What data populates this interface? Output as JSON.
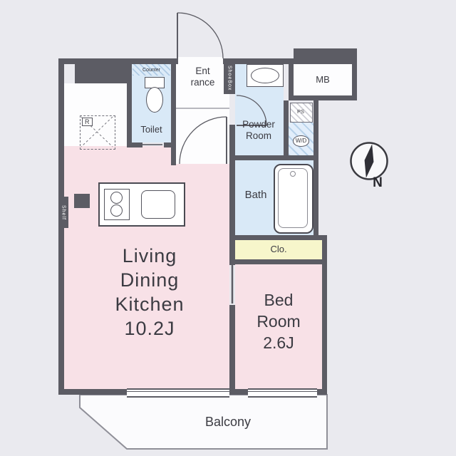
{
  "floor_plan": {
    "rooms": {
      "living_dining_kitchen": {
        "line1": "Living",
        "line2": "Dining",
        "line3": "Kitchen",
        "size": "10.2J"
      },
      "bed_room": {
        "line1": "Bed",
        "line2": "Room",
        "size": "2.6J"
      },
      "bath": {
        "label": "Bath"
      },
      "powder_room": {
        "line1": "Powder",
        "line2": "Room"
      },
      "toilet": {
        "label": "Toilet"
      },
      "entrance": {
        "line1": "Ent",
        "line2": "rance"
      },
      "closet": {
        "label": "Clo."
      },
      "meter_box": {
        "label": "MB"
      },
      "balcony": {
        "label": "Balcony"
      }
    },
    "fixtures": {
      "counter": {
        "label": "Counter"
      },
      "shoe_box": {
        "label": "ShoeBox"
      },
      "washer_dryer": {
        "label": "W/D"
      },
      "pipe_space": {
        "label": "PS"
      },
      "refrigerator": {
        "label": "R"
      },
      "shelf": {
        "label": "Shelf"
      }
    },
    "compass": {
      "north_label": "N"
    },
    "colors": {
      "wall": "#5c5c64",
      "room_pink": "#f8e1e7",
      "water_blue": "#d9e9f7",
      "closet_yellow": "#f7f6cb",
      "background": "#eaeaef"
    }
  }
}
